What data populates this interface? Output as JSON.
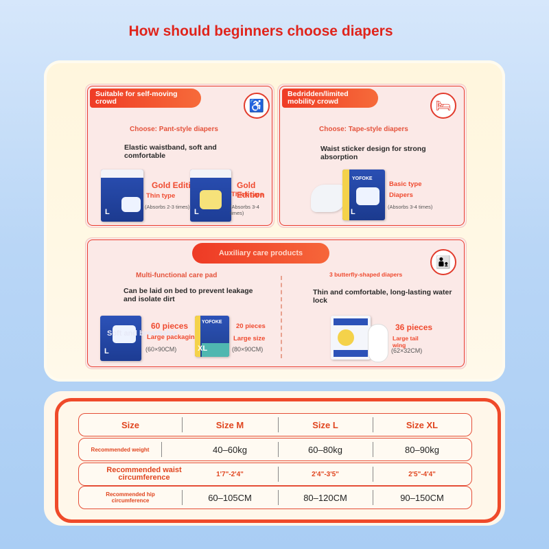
{
  "title": "How should beginners choose diapers",
  "colors": {
    "accent": "#ef3b25",
    "title": "#e0241b",
    "panel_bg": "#fff6dd",
    "card_bg": "#fbe9e7"
  },
  "self_moving": {
    "tag": "Suitable for self-moving crowd",
    "icon": "walking-person-icon",
    "choose": "Choose: Pant-style diapers",
    "desc": "Elastic waistband, soft and comfortable",
    "product1": {
      "pack_size": "L",
      "edition": "Gold Edition",
      "type": "Thin type",
      "absorb": "(Absorbs 2-3 times)"
    },
    "product2": {
      "pack_size": "L",
      "edition": "Gold Edition",
      "type": "Thick type",
      "absorb": "(Absorbs 3-4 times)"
    }
  },
  "bedridden": {
    "tag": "Bedridden/limited mobility crowd",
    "icon": "bed-icon",
    "choose": "Choose: Tape-style diapers",
    "desc": "Waist sticker design for strong absorption",
    "product": {
      "brand": "YOFOKE",
      "pack_size": "L",
      "type1": "Basic type",
      "type2": "Diapers",
      "absorb": "(Absorbs 3-4 times)"
    }
  },
  "auxiliary": {
    "tag": "Auxiliary care products",
    "icon": "caregiver-icon",
    "pad": {
      "title": "Multi-functional care pad",
      "desc": "Can be laid on bed to prevent leakage and isolate dirt",
      "overlay": "Soft and breathable",
      "p1": {
        "pack_size": "L",
        "count": "60 pieces",
        "type": "Large packaging",
        "dims": "(60×90CM)"
      },
      "p2": {
        "brand": "YOFOKE",
        "pack_size": "XL",
        "count": "20 pieces",
        "type": "Large size",
        "dims": "(80×90CM)"
      }
    },
    "butterfly": {
      "title": "3 butterfly-shaped diapers",
      "desc": "Thin and comfortable, long-lasting water lock",
      "p": {
        "count": "36 pieces",
        "type": "Large tail wing",
        "dims": "(62×32CM)"
      }
    }
  },
  "size_table": {
    "headers": [
      "Size",
      "Size M",
      "Size L",
      "Size XL"
    ],
    "rows": [
      {
        "label": "Recommended weight",
        "values": [
          "40–60kg",
          "60–80kg",
          "80–90kg"
        ]
      },
      {
        "label": "Recommended waist circumference",
        "values": [
          "1'7\"-2'4\"",
          "2'4\"-3'5\"",
          "2'5\"-4'4\""
        ]
      },
      {
        "label": "Recommended hip circumference",
        "values": [
          "60–105CM",
          "80–120CM",
          "90–150CM"
        ]
      }
    ]
  }
}
